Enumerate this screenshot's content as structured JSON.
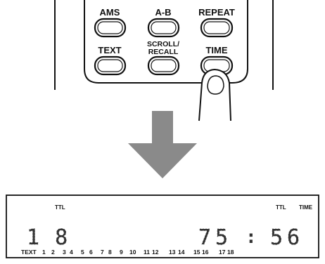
{
  "remote": {
    "buttons": [
      {
        "label": "AMS"
      },
      {
        "label": "A-B"
      },
      {
        "label": "REPEAT"
      },
      {
        "label": "TEXT"
      },
      {
        "label_line1": "SCROLL/",
        "label_line2": "RECALL"
      },
      {
        "label": "TIME"
      }
    ]
  },
  "display": {
    "indicator_ttl_left": "TTL",
    "indicator_ttl_right": "TTL",
    "indicator_time": "TIME",
    "track_digits": "1 8",
    "time_minutes": "75",
    "time_colon": ":",
    "time_seconds": "56",
    "text_label": "TEXT",
    "music_calendar": [
      "1",
      "2",
      "3",
      "4",
      "5",
      "6",
      "7",
      "8",
      "9",
      "10",
      "11",
      "12",
      "13",
      "14",
      "15",
      "16",
      "17",
      "18"
    ]
  },
  "colors": {
    "outline": "#111111",
    "arrow": "#8a8a8a",
    "lcd_segment": "#333333"
  }
}
